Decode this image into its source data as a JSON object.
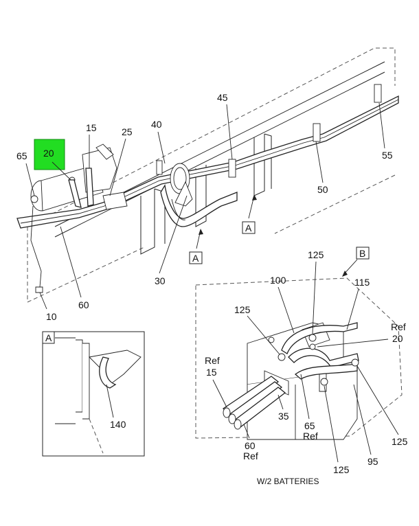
{
  "callouts": {
    "c10": "10",
    "c15": "15",
    "c20_highlight": "20",
    "c25": "25",
    "c30": "30",
    "c40": "40",
    "c45": "45",
    "c50": "50",
    "c55": "55",
    "c60": "60",
    "c65": "65",
    "view_a_1": "A",
    "view_a_2": "A",
    "detail_a_140": "140",
    "detail_a_label": "A",
    "detail_b_label": "B",
    "b100": "100",
    "b115": "115",
    "b125_top": "125",
    "b125_left": "125",
    "b125_right": "125",
    "b125_bottom": "125",
    "b35": "35",
    "b95": "95",
    "b20": "20",
    "b15": "15",
    "b65": "65",
    "b60": "60",
    "ref_20": "Ref",
    "ref_15": "Ref",
    "ref_65": "Ref",
    "ref_60": "Ref"
  },
  "caption": "W/2 BATTERIES",
  "colors": {
    "highlight": "#22dd22",
    "line": "#222222"
  }
}
